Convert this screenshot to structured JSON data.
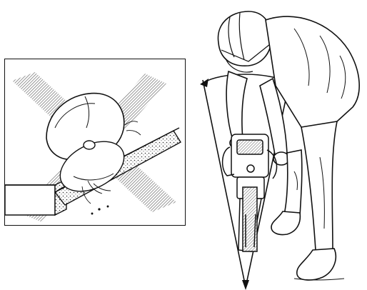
{
  "image": {
    "kind": "safety-illustration",
    "panels": [
      {
        "name": "wrong-cutting-position",
        "marker": "cross-x"
      },
      {
        "name": "correct-cutting-position",
        "marker": "cutting-zone-angle"
      }
    ]
  },
  "colors": {
    "ink": "#111111",
    "hatch": "#8a8a8a",
    "paper": "#ffffff"
  }
}
